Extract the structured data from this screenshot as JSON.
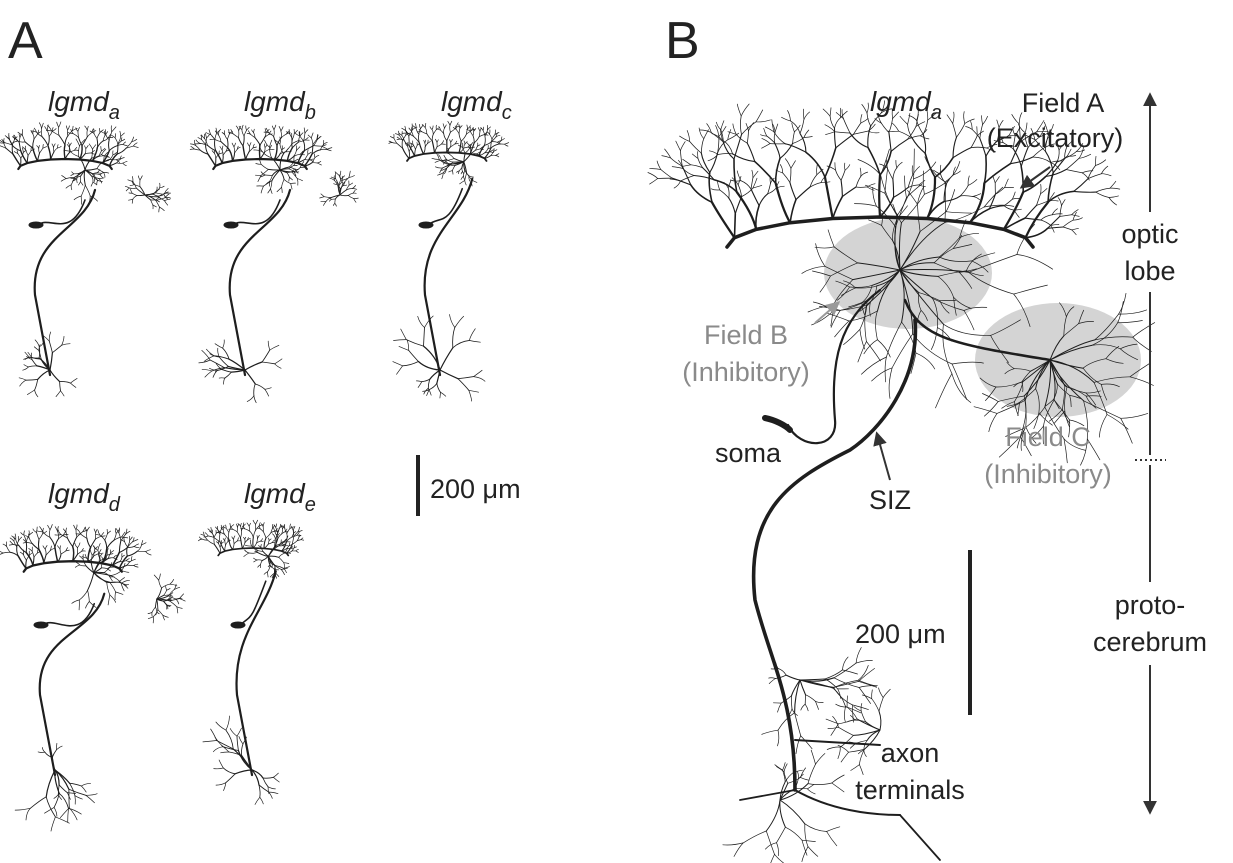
{
  "panels": {
    "a": {
      "label": "A",
      "neurons": [
        {
          "base": "lgmd",
          "sub": "a"
        },
        {
          "base": "lgmd",
          "sub": "b"
        },
        {
          "base": "lgmd",
          "sub": "c"
        },
        {
          "base": "lgmd",
          "sub": "d"
        },
        {
          "base": "lgmd",
          "sub": "e"
        }
      ],
      "scale_bar": "200 μm"
    },
    "b": {
      "label": "B",
      "title": {
        "base": "lgmd",
        "sub": "a"
      },
      "field_a": {
        "line1": "Field A",
        "line2": "(Excitatory)"
      },
      "field_b": {
        "line1": "Field B",
        "line2": "(Inhibitory)"
      },
      "field_c": {
        "line1": "Field C",
        "line2": "(Inhibitory)"
      },
      "soma": "soma",
      "siz": "SIZ",
      "axon": {
        "line1": "axon",
        "line2": "terminals"
      },
      "scale_bar": "200 μm",
      "regions": {
        "upper": {
          "line1": "optic",
          "line2": "lobe"
        },
        "lower": {
          "line1": "proto-",
          "line2": "cerebrum"
        }
      }
    }
  },
  "colors": {
    "ink": "#1e1e1e",
    "field_fill": "#cfcfcf",
    "gray_text": "#8a8a8a"
  }
}
